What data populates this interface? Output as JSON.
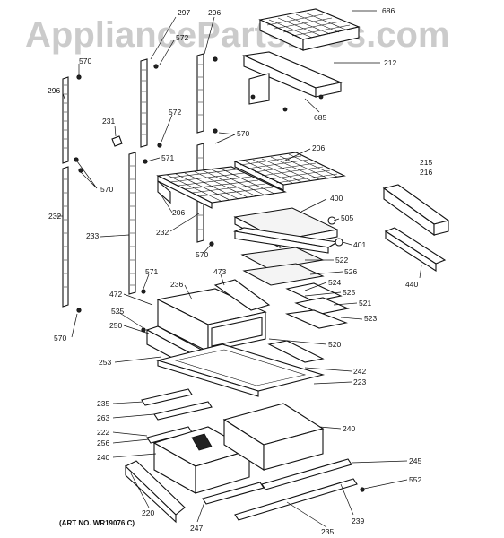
{
  "watermark": "AppliancePartsPros.com",
  "art_number": "(ART NO. WR19076 C)",
  "labels": {
    "l686": "686",
    "l297": "297",
    "l296a": "296",
    "l212": "212",
    "l570a": "570",
    "l572a": "572",
    "l685": "685",
    "l296b": "296",
    "l231": "231",
    "l572b": "572",
    "l570b": "570",
    "l571a": "571",
    "l570c": "570",
    "l206a": "206",
    "l215": "215",
    "l216": "216",
    "l206b": "206",
    "l400": "400",
    "l232a": "232",
    "l232b": "232",
    "l505": "505",
    "l233": "233",
    "l401": "401",
    "l570d": "570",
    "l522": "522",
    "l526": "526",
    "l571b": "571",
    "l473": "473",
    "l524": "524",
    "l440": "440",
    "l472": "472",
    "l236": "236",
    "l525a": "525",
    "l521": "521",
    "l525b": "525",
    "l523": "523",
    "l570e": "570",
    "l250": "250",
    "l520": "520",
    "l253": "253",
    "l242": "242",
    "l223": "223",
    "l235a": "235",
    "l240a": "240",
    "l263": "263",
    "l222": "222",
    "l256": "256",
    "l240b": "240",
    "l245": "245",
    "l552": "552",
    "l220": "220",
    "l247": "247",
    "l239": "239",
    "l235b": "235"
  }
}
